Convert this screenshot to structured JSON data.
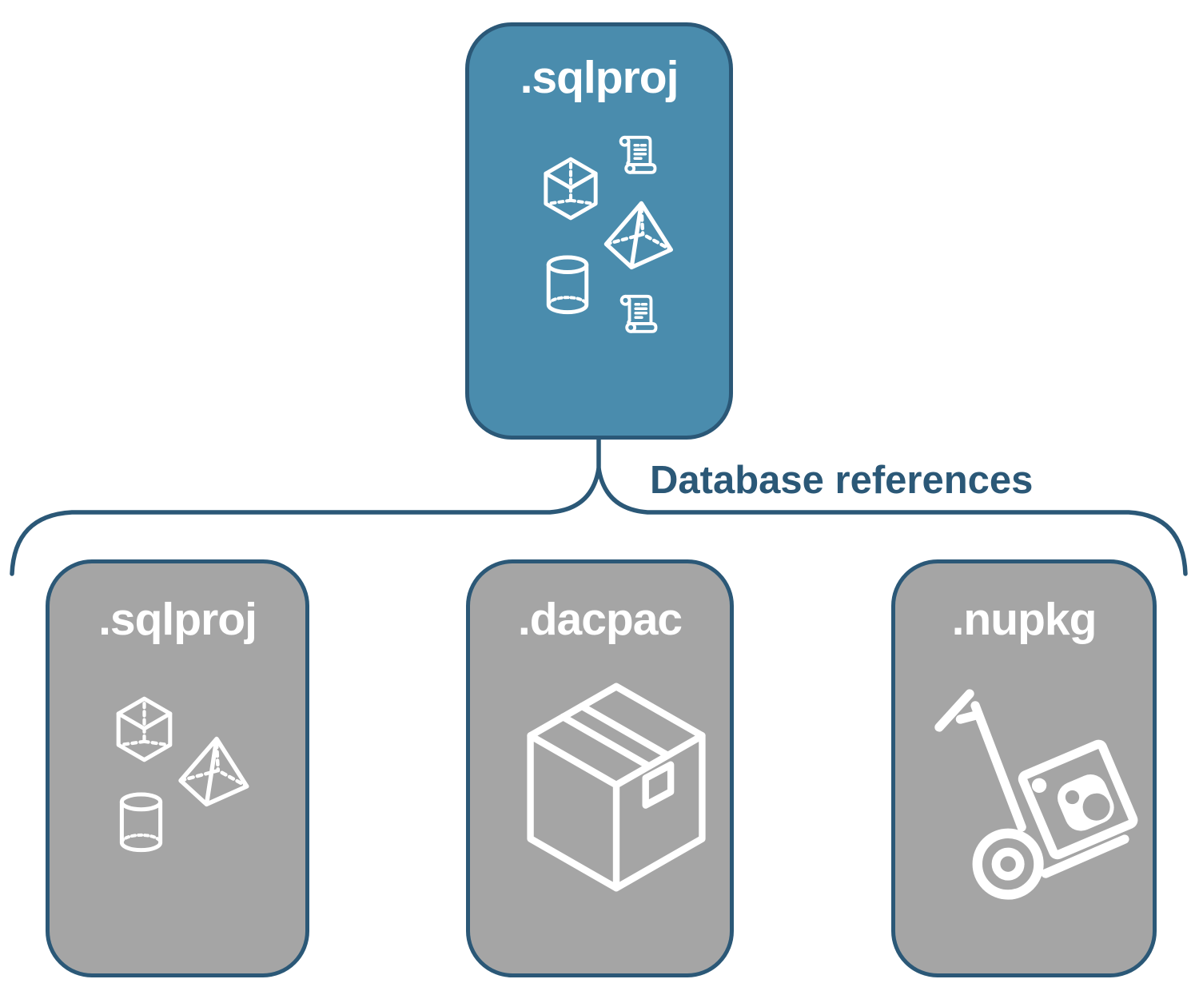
{
  "colors": {
    "background": "#ffffff",
    "root_fill": "#4a8cad",
    "child_fill": "#a5a5a5",
    "outline": "#2b5877",
    "box_text": "#ffffff",
    "label_text": "#2b5877",
    "icon_stroke": "#ffffff"
  },
  "connector": {
    "label": "Database references"
  },
  "root": {
    "label": ".sqlproj",
    "icons": [
      "cube-icon",
      "scroll-icon",
      "pyramid-icon",
      "cylinder-icon",
      "scroll-icon"
    ]
  },
  "children": [
    {
      "label": ".sqlproj",
      "icons": [
        "cube-icon",
        "pyramid-icon",
        "cylinder-icon"
      ]
    },
    {
      "label": ".dacpac",
      "icons": [
        "package-box-icon"
      ]
    },
    {
      "label": ".nupkg",
      "icons": [
        "hand-truck-icon"
      ]
    }
  ]
}
